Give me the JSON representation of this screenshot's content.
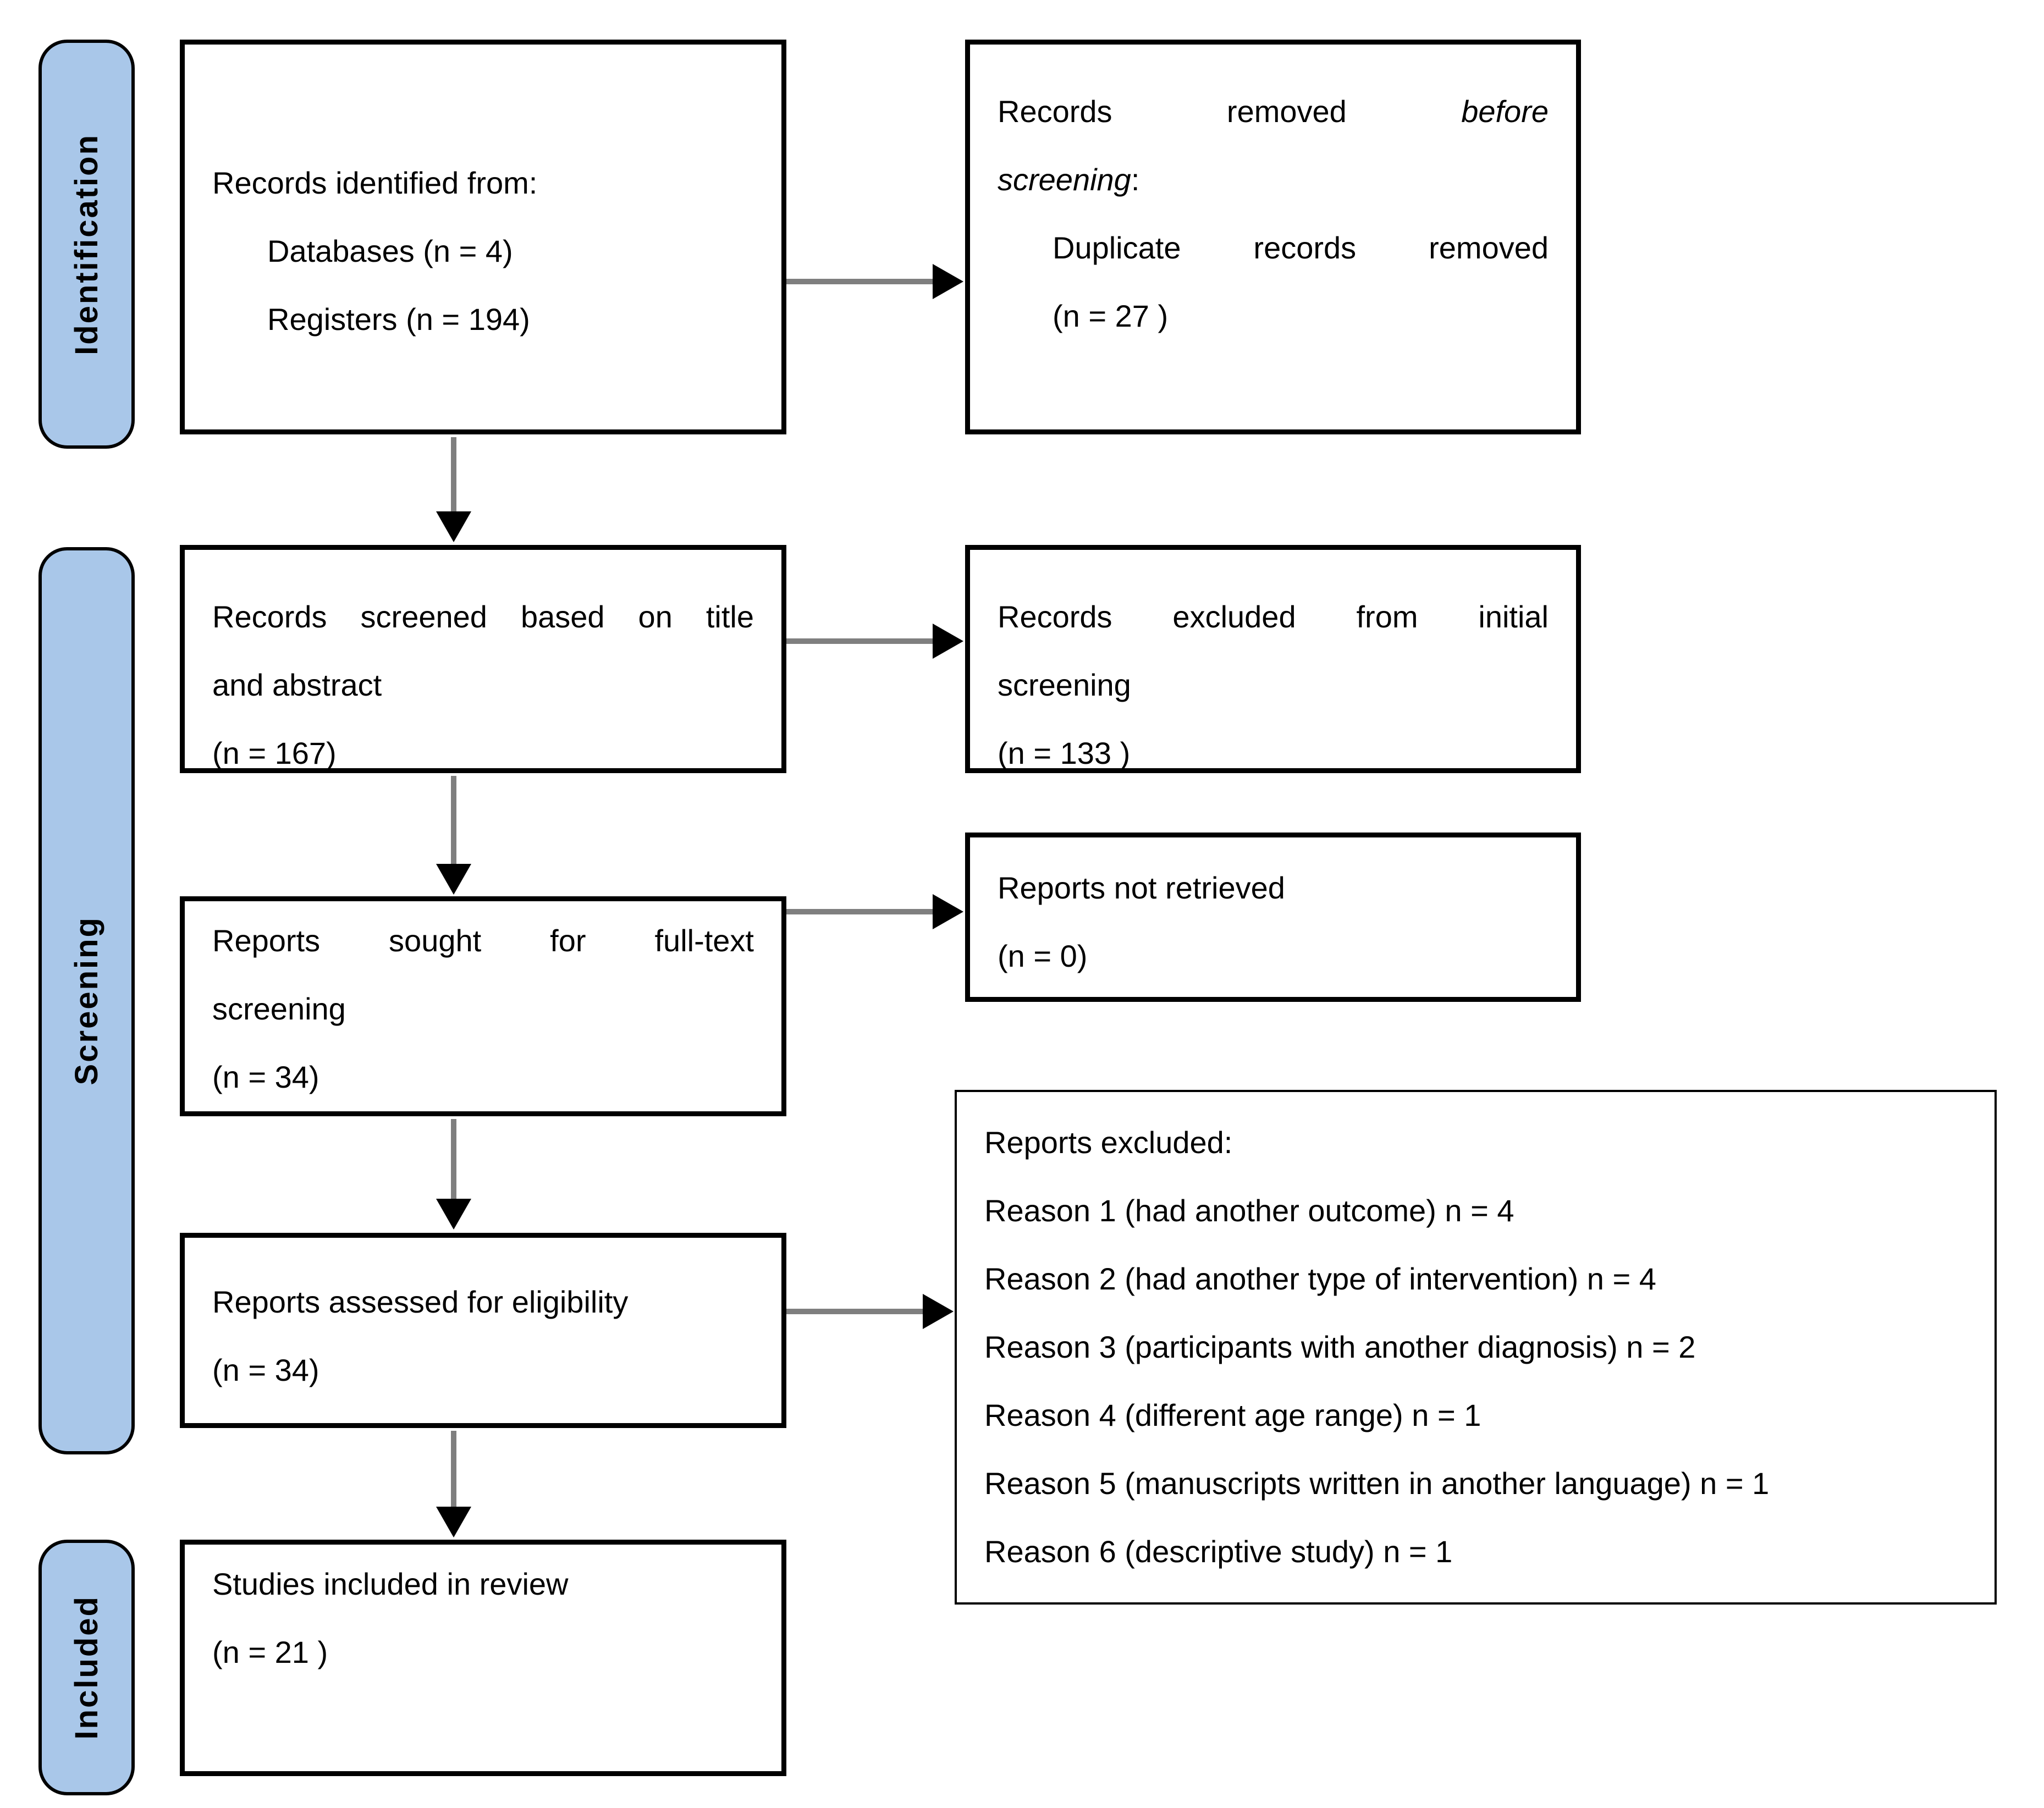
{
  "stages": [
    "Identification",
    "Screening",
    "Included"
  ],
  "box_identified": {
    "line1": "Records identified from:",
    "line2": "Databases (n = 4)",
    "line3": "Registers (n = 194)"
  },
  "box_removed": {
    "line1_pre": "Records removed",
    "line1_italic": "before",
    "line2_italic": "screening",
    "line2_post": ":",
    "line3": "Duplicate records removed",
    "line4": "(n = 27 )"
  },
  "box_screened": {
    "line1": "Records screened based on title",
    "line2": "and abstract",
    "line3": "(n = 167)"
  },
  "box_excluded_initial": {
    "line1": "Records excluded from initial",
    "line2": "screening",
    "line3": "(n = 133 )"
  },
  "box_sought": {
    "line1": "Reports sought for full-text",
    "line2": "screening",
    "line3": "(n = 34)"
  },
  "box_not_retrieved": {
    "line1": "Reports not retrieved",
    "line2": "(n = 0)"
  },
  "box_assessed": {
    "line1": "Reports assessed for eligibility",
    "line2": "(n = 34)"
  },
  "box_reports_excluded": {
    "title": "Reports excluded:",
    "reasons": [
      "Reason 1 (had another outcome) n = 4",
      "Reason 2 (had another type of intervention) n = 4",
      "Reason 3 (participants with another diagnosis) n = 2",
      "Reason 4 (different age range) n = 1",
      "Reason 5 (manuscripts written in another language) n = 1",
      "Reason 6 (descriptive study) n = 1"
    ]
  },
  "box_included": {
    "line1": "Studies included in review",
    "line2": "(n = 21 )"
  },
  "colors": {
    "stage_fill": "#A9C7E9",
    "stage_border": "#000000",
    "box_border": "#000000",
    "arrow_shaft": "#7F7F7F",
    "arrow_head": "#000000",
    "text": "#000000",
    "background": "#FFFFFF"
  }
}
